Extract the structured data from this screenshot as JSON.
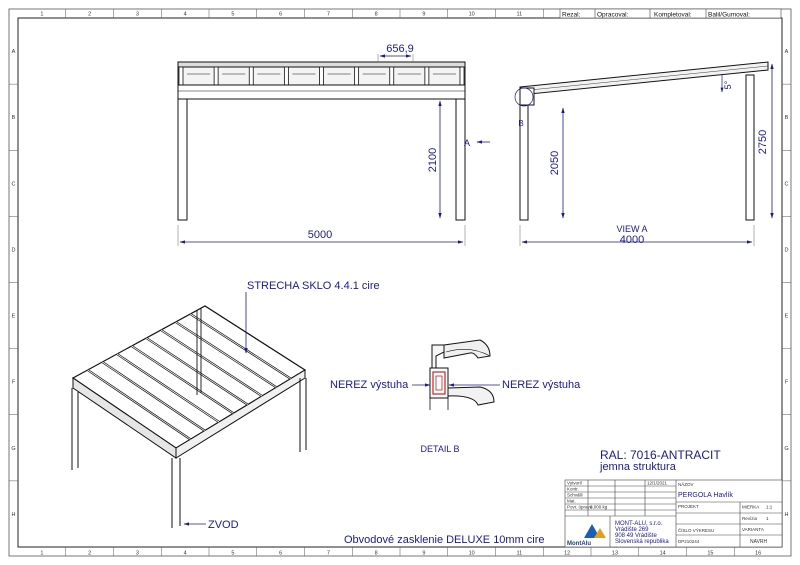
{
  "revision_header": {
    "rezal": "Rezal:",
    "opracoval": "Opracoval:",
    "kompletoval": "Kompletoval:",
    "balil": "Balil/Gumoval:"
  },
  "grid": {
    "cols": [
      "1",
      "2",
      "3",
      "4",
      "5",
      "6",
      "7",
      "8",
      "9",
      "10",
      "11",
      "12",
      "13",
      "14",
      "15",
      "16"
    ],
    "rows": [
      "A",
      "B",
      "C",
      "D",
      "E",
      "F",
      "G",
      "H"
    ]
  },
  "front_view": {
    "dim_length": "5000",
    "dim_height": "2100",
    "dim_spacing": "656,9",
    "view_marker": "A"
  },
  "side_view": {
    "dim_depth": "4000",
    "view_label": "VIEW A",
    "dim_post": "2050",
    "dim_total": "2750",
    "angle": "5°",
    "detail_marker": "B"
  },
  "iso_view": {
    "roof_note": "STRECHA SKLO 4.4.1 cire",
    "gutter_note": "ZVOD"
  },
  "detail": {
    "left_note": "NEREZ výstuha",
    "right_note": "NEREZ výstuha",
    "label": "DETAIL B"
  },
  "ral": {
    "line1": "RAL: 7016-ANTRACIT",
    "line2": "jemna struktura"
  },
  "glazing_note": "Obvodové zasklenie DELUXE 10mm cire",
  "title_block": {
    "nazov_label": "NÁZOV",
    "nazov": "PERGOLA Havlík",
    "projekt_label": "PROJEKT",
    "mierka_label": "MIERKA",
    "mierka": "1:1",
    "revizia_label": "Revízia",
    "revizia": "1",
    "variant_label": "VARIANTA",
    "variant": "NAVRH",
    "cislo_label": "ČÍSLO VÝKRESU",
    "cislo": "DP210244",
    "hmotnost": "0,000 kg",
    "row_labels": [
      "Vytvoril",
      "Kontr.",
      "Schválil",
      "Mat.",
      "Povr. úprava"
    ],
    "date": "12/1/2021",
    "company": "MONT-ALU, s.r.o.",
    "address1": "Vrádište 269",
    "address2": "908 49 Vrádište",
    "address3": "Slovenská republika",
    "logo_text": "MontAlu"
  }
}
